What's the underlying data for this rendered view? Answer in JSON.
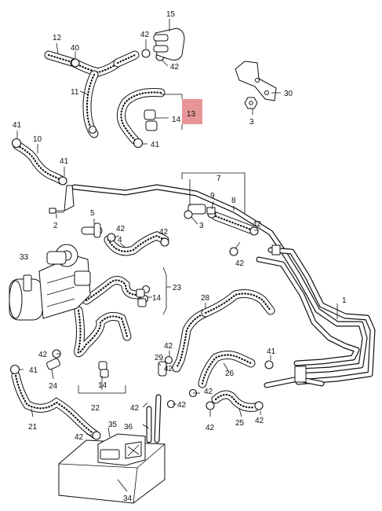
{
  "diagram": {
    "labels": {
      "p1": "1",
      "p2": "2",
      "p3a": "3",
      "p3b": "3",
      "p4": "4",
      "p5": "5",
      "p7": "7",
      "p8": "8",
      "p9": "9",
      "p10": "10",
      "p11": "11",
      "p12": "12",
      "p13": "13",
      "p14a": "14",
      "p14b": "14",
      "p14c": "14",
      "p15": "15",
      "p21": "21",
      "p22": "22",
      "p23": "23",
      "p24": "24",
      "p25": "25",
      "p26": "26",
      "p28": "28",
      "p29": "29",
      "p30": "30",
      "p33": "33",
      "p34": "34",
      "p35": "35",
      "p36": "36",
      "p40": "40",
      "p41a": "41",
      "p41b": "41",
      "p41c": "41",
      "p41d": "41",
      "p41e": "41",
      "p42a": "42",
      "p42b": "42",
      "p42c": "42",
      "p42d": "42",
      "p42e": "42",
      "p42f": "42",
      "p42g": "42",
      "p42h": "42",
      "p42i": "42",
      "p42j": "42",
      "p42k": "42",
      "p42l": "42",
      "p42m": "42",
      "p42n": "42",
      "p42o": "42"
    },
    "highlighted_part": "13",
    "highlight_color": "#e89598",
    "line_color": "#111111",
    "background": "#ffffff"
  }
}
